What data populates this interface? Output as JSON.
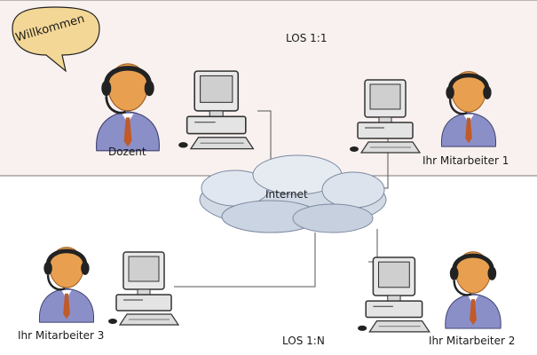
{
  "bubble": {
    "text": "Willkommen"
  },
  "zones": {
    "top_label": "LOS 1:1",
    "bottom_label": "LOS 1:N"
  },
  "network": {
    "label": "Internet"
  },
  "people": {
    "dozent": "Dozent",
    "mitarbeiter_1": "Ihr Mitarbeiter 1",
    "mitarbeiter_2": "Ihr Mitarbeiter 2",
    "mitarbeiter_3": "Ihr Mitarbeiter 3"
  },
  "colors": {
    "top_zone_fill": "#f8f1ef",
    "bubble_fill": "#f3d796",
    "skin": "#e8a050",
    "shirt": "#8a8fc8",
    "tie": "#c05a28",
    "computer": "#e8e8e8",
    "line": "#555555"
  }
}
